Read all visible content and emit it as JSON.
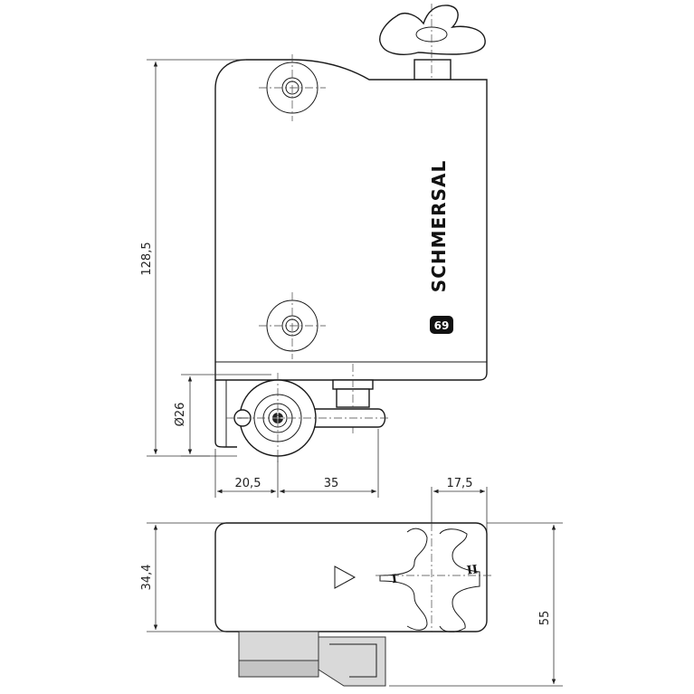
{
  "brand": {
    "name": "SCHMERSAL",
    "logo": "schmersal-logo"
  },
  "dimensions": {
    "height_total": "128,5",
    "diameter": "Ø26",
    "offset_left": "20,5",
    "offset_right": "35",
    "knob_width": "17,5",
    "depth_body": "34,4",
    "depth_total": "55"
  },
  "markers": {
    "position_one": "I",
    "position_two": "II"
  },
  "icons": {
    "direction_arrow": "play-triangle-icon"
  }
}
